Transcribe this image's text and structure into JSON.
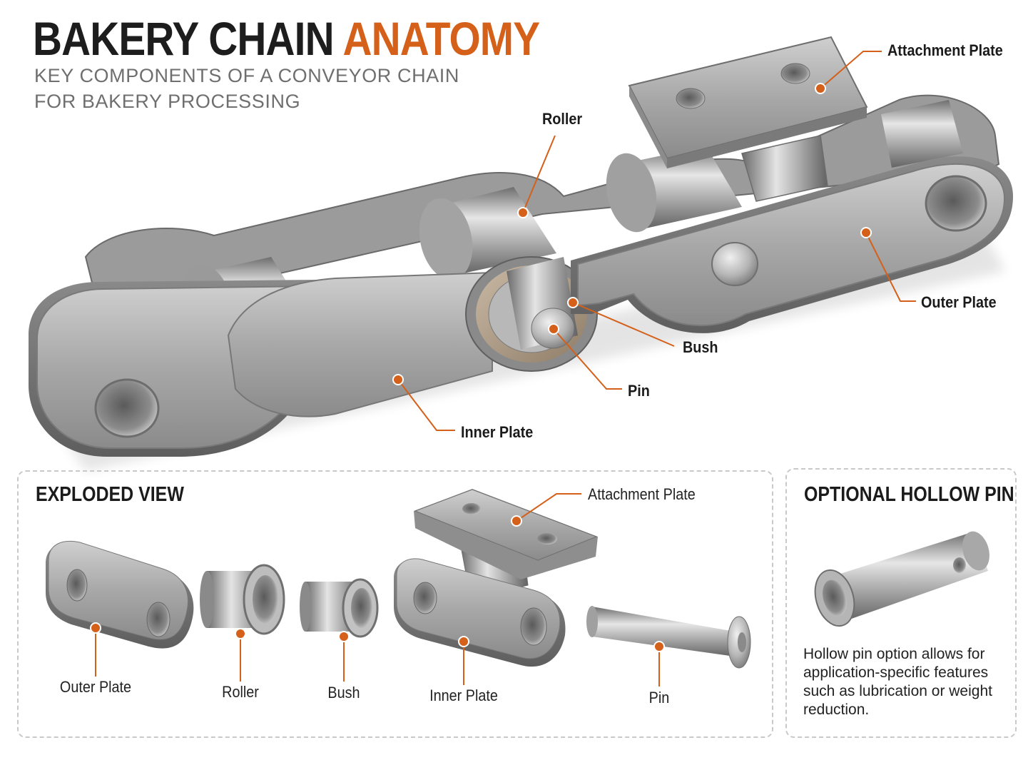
{
  "header": {
    "title_part1": "BAKERY CHAIN",
    "title_part2": "ANATOMY",
    "subtitle_line1": "KEY COMPONENTS OF A CONVEYOR CHAIN",
    "subtitle_line2": "FOR BAKERY PROCESSING"
  },
  "main_callouts": {
    "attachment_plate": "Attachment Plate",
    "roller": "Roller",
    "outer_plate": "Outer Plate",
    "bush": "Bush",
    "pin": "Pin",
    "inner_plate": "Inner Plate"
  },
  "exploded_view": {
    "title": "EXPLODED VIEW",
    "labels": {
      "attachment_plate": "Attachment Plate",
      "outer_plate": "Outer Plate",
      "roller": "Roller",
      "bush": "Bush",
      "inner_plate": "Inner Plate",
      "pin": "Pin"
    }
  },
  "hollow_pin": {
    "title": "OPTIONAL HOLLOW PIN",
    "description": "Hollow pin option allows for application-specific features such as lubrication or weight reduction."
  },
  "colors": {
    "accent": "#d4601a",
    "steel_light": "#d8d8d8",
    "steel_mid": "#a9a9a9",
    "steel_dark": "#6e6e6e",
    "panel_border": "#c9c9c9"
  }
}
